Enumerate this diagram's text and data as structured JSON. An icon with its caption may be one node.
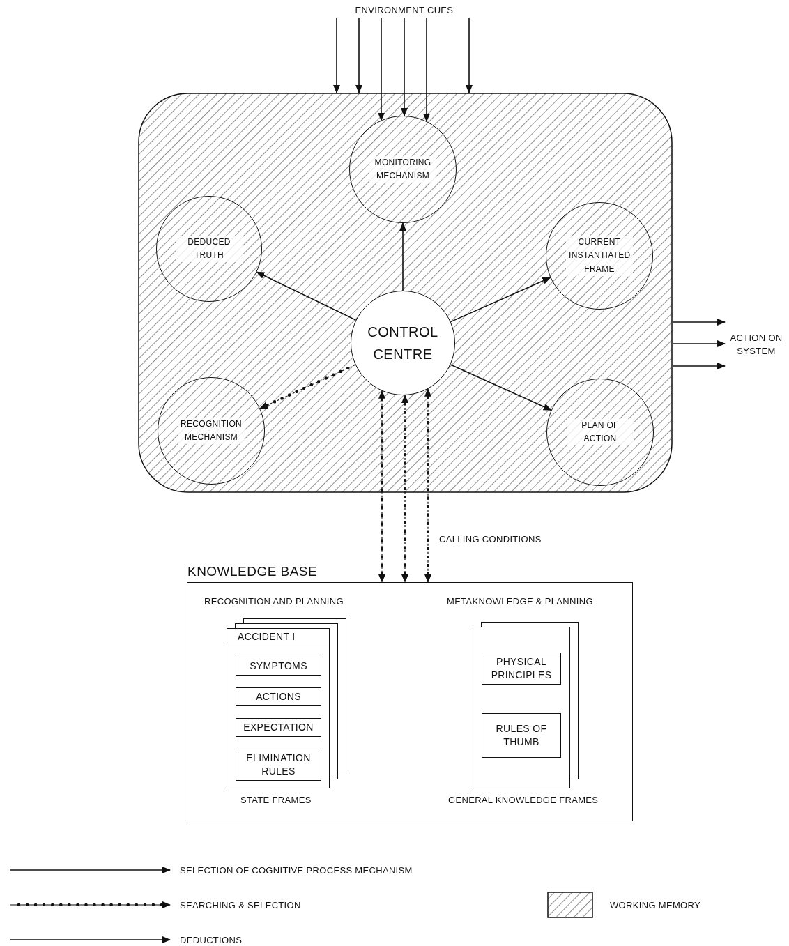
{
  "diagram": {
    "nodes": [
      {
        "text": [],
        "shape": "box"
      },
      {
        "text": [
          "MONITORING MECHANISM"
        ],
        "in": 0
      },
      {
        "text": [
          "DEDUCED TRUTH"
        ],
        "in": 0
      },
      {
        "text": [
          "CURRENT INSTANTIATED FRAME"
        ],
        "in": 0
      },
      {
        "text": [
          "CONTROL CENTRE"
        ],
        "in": 0
      },
      {
        "text": [
          "RECOGNITION MECHANISM"
        ],
        "in": 0
      },
      {
        "text": [
          "PLAN OF ACTION"
        ],
        "in": 0
      },
      {
        "text": [
          "ENVIRONMENT CUES"
        ]
      },
      {
        "text": [
          "ACTION ON SYSTEM"
        ]
      },
      {
        "text": [
          "KNOWLEDGE BASE"
        ]
      },
      {
        "text": [
          "ACCIDENT I"
        ],
        "in": 9,
        "beside": [
          "RECOGNITION AND PLANNING",
          "STATE FRAMES"
        ]
      },
      {
        "text": [
          "SYMPTOMS"
        ],
        "in": 10
      },
      {
        "text": [
          "ACTIONS"
        ],
        "in": 10
      },
      {
        "text": [
          "EXPECTATION"
        ],
        "in": 10
      },
      {
        "text": [
          "ELIMINATION RULES"
        ],
        "in": 10
      },
      {
        "text": [],
        "shape": "box",
        "in": 9,
        "beside": [
          "METAKNOWLEDGE & PLANNING",
          "GENERAL KNOWLEDGE FRAMES"
        ]
      },
      {
        "text": [
          "PHYSICAL PRINCIPLES"
        ],
        "in": 15
      },
      {
        "text": [
          "RULES OF THUMB"
        ],
        "in": 15
      }
    ],
    "edges": [
      {
        "from": 7,
        "to": 0,
        "arrow": "to"
      },
      {
        "from": 7,
        "to": 0,
        "arrow": "to"
      },
      {
        "from": 7,
        "to": 1,
        "arrow": "to"
      },
      {
        "from": 7,
        "to": 1,
        "arrow": "to"
      },
      {
        "from": 7,
        "to": 1,
        "arrow": "to"
      },
      {
        "from": 7,
        "to": 0,
        "arrow": "to"
      },
      {
        "from": 4,
        "to": 1,
        "arrow": "to"
      },
      {
        "from": 4,
        "to": 2,
        "arrow": "to"
      },
      {
        "from": 4,
        "to": 3,
        "arrow": "to"
      },
      {
        "from": 4,
        "to": 5,
        "arrow": "to",
        "style": "dashed"
      },
      {
        "from": 4,
        "to": 6,
        "arrow": "to"
      },
      {
        "from": 4,
        "to": 9,
        "arrow": "both",
        "style": "dashed"
      },
      {
        "from": 4,
        "to": 9,
        "arrow": "both",
        "style": "dashed"
      },
      {
        "from": 4,
        "to": 9,
        "arrow": "both",
        "style": "dashed",
        "label": "CALLING CONDITIONS"
      },
      {
        "from": 0,
        "to": 8,
        "arrow": "to"
      },
      {
        "from": 0,
        "to": 8,
        "arrow": "to"
      },
      {
        "from": 0,
        "to": 8,
        "arrow": "to"
      }
    ],
    "legend": [
      {
        "text": "SELECTION OF COGNITIVE PROCESS MECHANISM"
      },
      {
        "text": "SEARCHING & SELECTION"
      },
      {
        "text": "DEDUCTIONS"
      },
      {
        "text": "WORKING MEMORY"
      }
    ]
  }
}
